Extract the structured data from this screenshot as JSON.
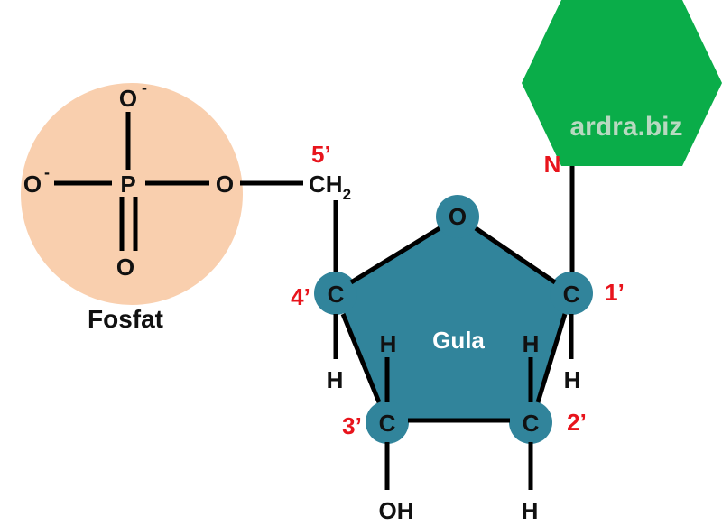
{
  "colors": {
    "phosphate_fill": "#f9cfae",
    "sugar_fill": "#31849b",
    "base_fill": "#0aad49",
    "position_label": "#e8141c",
    "watermark": "#b8d9c0"
  },
  "phosphate": {
    "caption": "Fosfat",
    "p": "P",
    "o_top": "O",
    "o_left": "O",
    "o_right": "O",
    "o_bottom": "O",
    "minus": "-"
  },
  "linker": {
    "ch": "CH",
    "sub": "2",
    "pos_5": "5’"
  },
  "sugar": {
    "caption": "Gula",
    "ring_o": "O",
    "c4": "C",
    "c1": "C",
    "c3": "C",
    "c2": "C",
    "pos_4": "4’",
    "pos_1": "1’",
    "pos_3": "3’",
    "pos_2": "2’",
    "h_c4": "H",
    "h_c1": "H",
    "h_c3_inner": "H",
    "h_c2_inner": "H",
    "oh_c3": "OH",
    "h_c2": "H"
  },
  "base": {
    "n": "N",
    "watermark": "ardra.biz"
  }
}
